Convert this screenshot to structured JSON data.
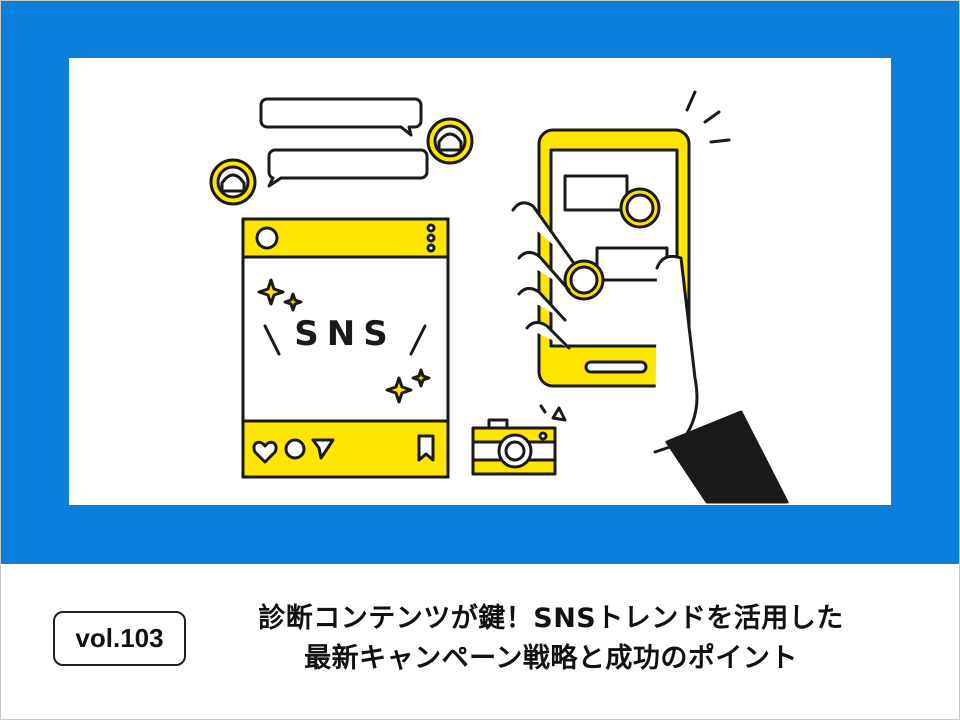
{
  "illustration": {
    "post_text": "SNS",
    "colors": {
      "banner": "#0b7fdc",
      "accent": "#ffe600",
      "ink": "#1a1a1a"
    }
  },
  "footer": {
    "vol_label": "vol.103",
    "title_line1": "診断コンテンツが鍵！SNSトレンドを活用した",
    "title_line2": "最新キャンペーン戦略と成功のポイント"
  }
}
